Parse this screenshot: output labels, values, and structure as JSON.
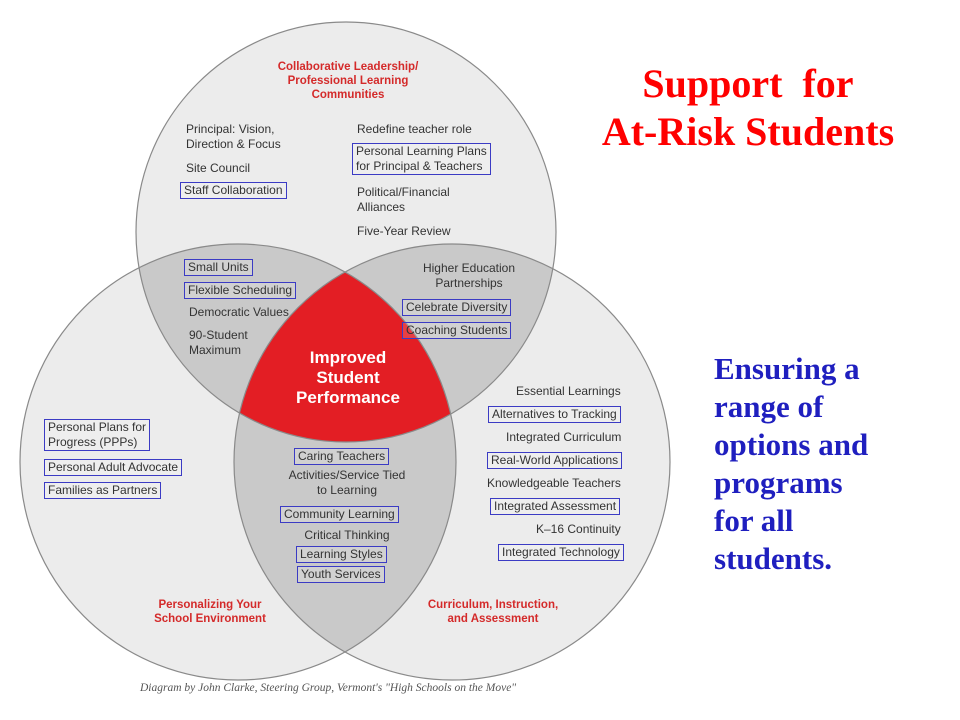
{
  "title": {
    "line1": "Support  for",
    "line2": "At-Risk Students"
  },
  "side_text": [
    "Ensuring a",
    "range of",
    "options and",
    "programs",
    "for all",
    "students."
  ],
  "circles": {
    "top": {
      "title": "Collaborative Leadership/\nProfessional Learning\nCommunities",
      "left_items": [
        "Principal: Vision,\nDirection & Focus",
        "Site Council",
        "Staff Collaboration"
      ],
      "right_items": [
        "Redefine teacher role",
        "Personal Learning Plans\nfor Principal & Teachers",
        "Political/Financial\nAlliances",
        "Five-Year Review"
      ]
    },
    "left": {
      "title": "Personalizing Your\nSchool Environment",
      "items": [
        "Personal Plans for\nProgress (PPPs)",
        "Personal Adult Advocate",
        "Families as Partners"
      ]
    },
    "right": {
      "title": "Curriculum, Instruction,\nand Assessment",
      "items": [
        "Essential Learnings",
        "Alternatives to Tracking",
        "Integrated Curriculum",
        "Real-World Applications",
        "Knowledgeable Teachers",
        "Integrated Assessment",
        "K–16 Continuity",
        "Integrated Technology"
      ]
    }
  },
  "overlaps": {
    "top_left": [
      "Small Units",
      "Flexible Scheduling",
      "Democratic Values",
      "90-Student\nMaximum"
    ],
    "top_right": [
      "Higher Education\nPartnerships",
      "Celebrate Diversity",
      "Coaching Students"
    ],
    "left_right": [
      "Caring Teachers",
      "Activities/Service Tied\nto Learning",
      "Community Learning",
      "Critical Thinking",
      "Learning Styles",
      "Youth Services"
    ]
  },
  "center": "Improved\nStudent\nPerformance",
  "caption": "Diagram by John Clarke, Steering Group, Vermont's \"High Schools on the Move\"",
  "colors": {
    "circle_fill": "#ececec",
    "overlap_fill": "#c9c9c9",
    "center_fill": "#e31e24",
    "box_border": "#3b3bc4",
    "title_red": "#ff0000",
    "side_blue": "#1f1fbf"
  }
}
